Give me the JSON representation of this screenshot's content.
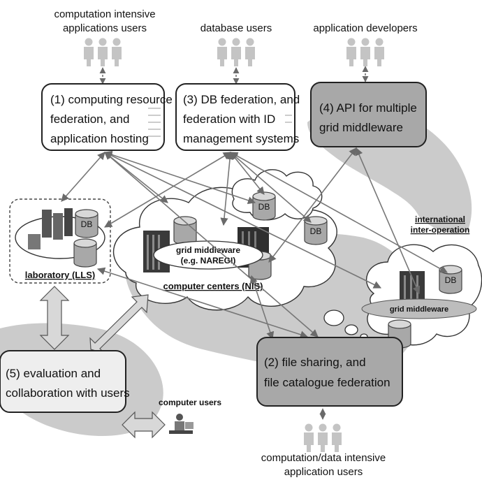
{
  "user_groups": {
    "computation_intensive": [
      "computation intensive",
      "applications users"
    ],
    "database": "database users",
    "app_developers": "application developers",
    "computer": "computer users",
    "data_intensive": [
      "computation/data intensive",
      "application users"
    ]
  },
  "boxes": {
    "box1": [
      "(1) computing resource",
      "federation,  and",
      "application hosting"
    ],
    "box3": [
      "(3) DB federation,  and",
      "federation with ID",
      "management systems"
    ],
    "box4": [
      "(4) API for multiple",
      "grid middleware"
    ],
    "box2": [
      "(2) file sharing,  and",
      "file catalogue federation"
    ],
    "box5": [
      "(5) evaluation and",
      "collaboration with users"
    ]
  },
  "sites": {
    "laboratory": "laboratory (LLS)",
    "computer_centers": "computer centers (NIS)",
    "grid_middleware": "grid middleware",
    "naregi": "(e.g. NAREGI)",
    "intl": [
      "international",
      "inter-operation"
    ],
    "intl_middleware": "grid middleware"
  },
  "db_label": "DB",
  "colors": {
    "box_dark": "#a8a8a8",
    "box_light": "#eeeeee",
    "map": "#c9c9c9",
    "cloud": "#ffffff",
    "arrow": "#777777",
    "person": "#c4c4c4"
  }
}
